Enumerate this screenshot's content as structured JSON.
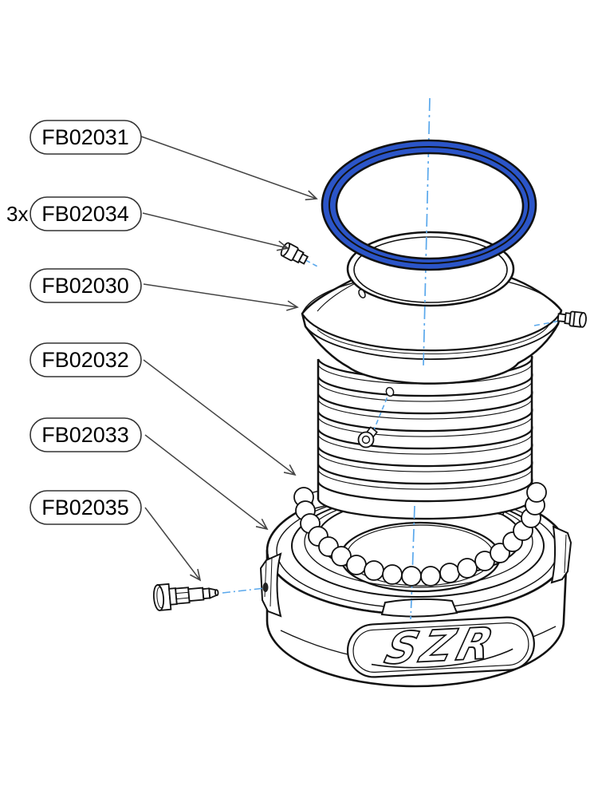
{
  "parts": [
    {
      "number": "FB02031"
    },
    {
      "number": "FB02034",
      "qty": "3x"
    },
    {
      "number": "FB02030"
    },
    {
      "number": "FB02032"
    },
    {
      "number": "FB02033"
    },
    {
      "number": "FB02035"
    }
  ],
  "logo": {
    "text": "SZR"
  },
  "colors": {
    "highlight": "#2b55c8",
    "centerline": "#5aa8ec",
    "line": "#111111",
    "leader": "#444444",
    "label_border": "#333333",
    "background": "#ffffff"
  }
}
